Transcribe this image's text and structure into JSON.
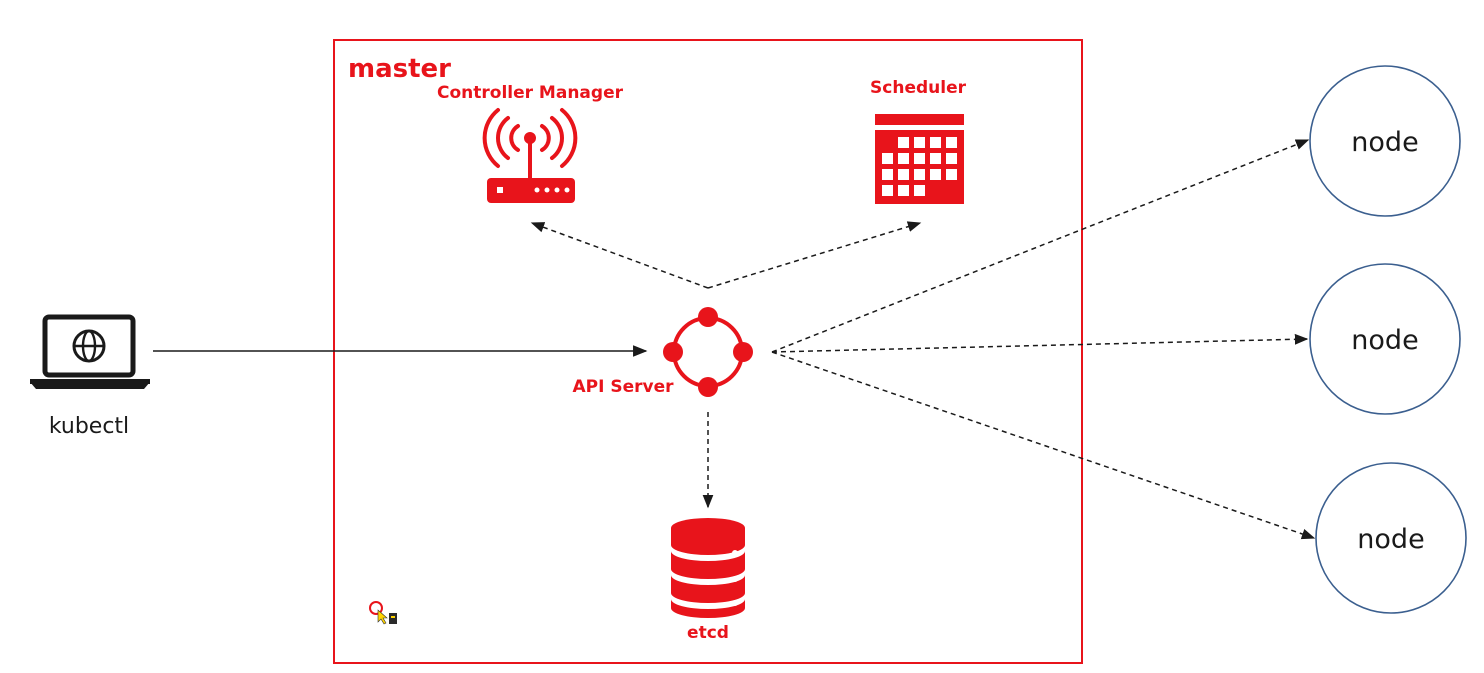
{
  "master": {
    "label": "master"
  },
  "controller_manager": {
    "label": "Controller Manager",
    "icon": "wifi-router-icon"
  },
  "scheduler": {
    "label": "Scheduler",
    "icon": "calendar-icon"
  },
  "api_server": {
    "label": "API Server",
    "icon": "api-server-ring-icon"
  },
  "etcd": {
    "label": "etcd",
    "icon": "database-icon"
  },
  "kubectl": {
    "label": "kubectl",
    "icon": "laptop-globe-icon"
  },
  "nodes": [
    {
      "label": "node"
    },
    {
      "label": "node"
    },
    {
      "label": "node"
    }
  ],
  "colors": {
    "master_red": "#e8141b",
    "node_border": "#3b5f8f",
    "line": "#1a1a1a"
  }
}
